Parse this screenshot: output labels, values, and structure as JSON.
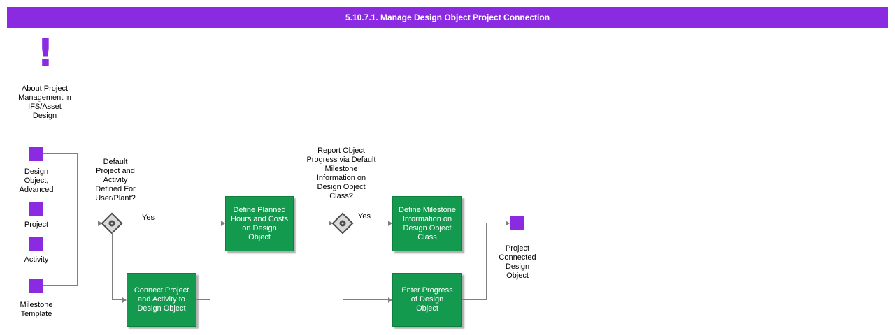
{
  "title": "5.10.7.1. Manage Design Object Project Connection",
  "colors": {
    "accent_purple": "#8A2BE2",
    "task_green": "#149A4E",
    "connector_gray": "#808080"
  },
  "about": {
    "icon": "!",
    "label": "About Project\nManagement in\nIFS/Asset\nDesign"
  },
  "inputs": [
    {
      "label": "Design\nObject,\nAdvanced"
    },
    {
      "label": "Project"
    },
    {
      "label": "Activity"
    },
    {
      "label": "Milestone\nTemplate"
    }
  ],
  "decisions": [
    {
      "question": "Default\nProject and\nActivity\nDefined For\nUser/Plant?",
      "yes": "Yes"
    },
    {
      "question": "Report Object\nProgress via Default\nMilestone\nInformation on\nDesign Object\nClass?",
      "yes": "Yes"
    }
  ],
  "tasks": [
    {
      "label": "Define Planned\nHours and Costs\non Design\nObject"
    },
    {
      "label": "Connect Project\nand Activity to\nDesign Object"
    },
    {
      "label": "Define Milestone\nInformation on\nDesign Object\nClass"
    },
    {
      "label": "Enter Progress\nof Design\nObject"
    }
  ],
  "output": {
    "label": "Project\nConnected\nDesign\nObject"
  }
}
